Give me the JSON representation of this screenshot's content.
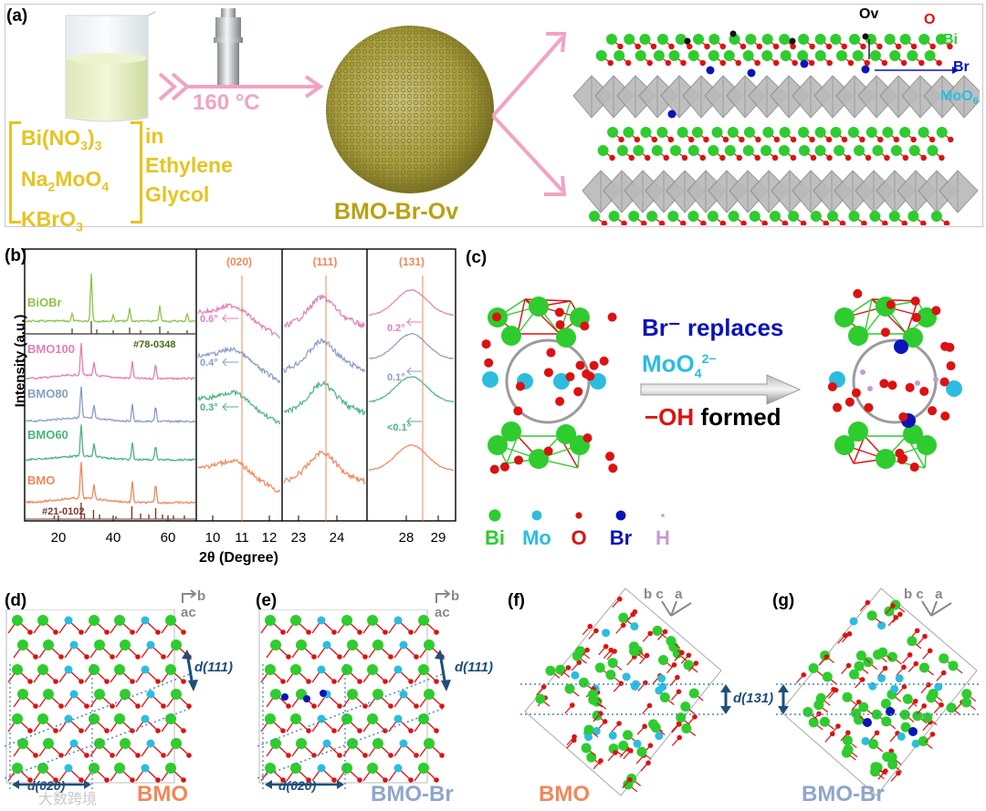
{
  "panel_a": {
    "label": "(a)",
    "temp": "160 °C",
    "reagents": [
      "Bi(NO",
      "3",
      ")",
      "3",
      "Na",
      "2",
      "MoO",
      "4",
      "KBrO",
      "3"
    ],
    "solvent": [
      "in",
      "Ethylene",
      "Glycol"
    ],
    "product": "BMO-Br-Ov",
    "struct_labels": {
      "ov": "Ov",
      "o": "O",
      "bi": "Bi",
      "br": "Br",
      "moo6": "MoO",
      "moo6_sub": "6"
    }
  },
  "panel_b": {
    "label": "(b)",
    "ylabel": "Intensity (a.u.)",
    "xlabel": "2θ (Degree)",
    "sample_labels": [
      "BiOBr",
      "BMO100",
      "BMO80",
      "BMO60",
      "BMO"
    ],
    "ref_top": "#78-0348",
    "ref_bottom": "#21-0102",
    "main_ticks": [
      "20",
      "40",
      "60"
    ],
    "zoom_headers": [
      "(020)",
      "(111)",
      "(131)"
    ],
    "zoom1_ticks": [
      "10",
      "11",
      "12"
    ],
    "zoom2_ticks": [
      "23",
      "24"
    ],
    "zoom3_ticks": [
      "28",
      "29"
    ],
    "shifts_020": [
      "0.6°",
      "0.4°",
      "0.3°"
    ],
    "shifts_131": [
      "0.2°",
      "0.1°",
      "<0.1°"
    ]
  },
  "panel_c": {
    "label": "(c)",
    "line1": "Br⁻ replaces",
    "line2": "MoO",
    "line2_sub": "4",
    "line2_sup": "2−",
    "line3a": "−OH",
    "line3b": "formed",
    "legend": [
      "Bi",
      "Mo",
      "O",
      "Br",
      "H"
    ]
  },
  "panel_d": {
    "label": "(d)",
    "axis_b": "b",
    "axis_ac": "ac",
    "d111": "d(111)",
    "d020": "d(020)",
    "name": "BMO"
  },
  "panel_e": {
    "label": "(e)",
    "axis_b": "b",
    "axis_ac": "ac",
    "d111": "d(111)",
    "d020": "d(020)",
    "name": "BMO-Br"
  },
  "panel_f": {
    "label": "(f)",
    "axes": "b c   a",
    "d131": "d(131)",
    "name": "BMO"
  },
  "panel_g": {
    "label": "(g)",
    "axes": "b c   a",
    "name": "BMO-Br"
  },
  "watermark": "大数跨境",
  "colors": {
    "bi": "#2ecc2e",
    "mo": "#2bbde0",
    "o": "#dd1111",
    "br": "#0a14b8",
    "h": "#c49ad6",
    "gold": "#e6c421",
    "pink": "#f2a3c4",
    "orange": "#f0885a",
    "slate": "#8fa6cc"
  }
}
